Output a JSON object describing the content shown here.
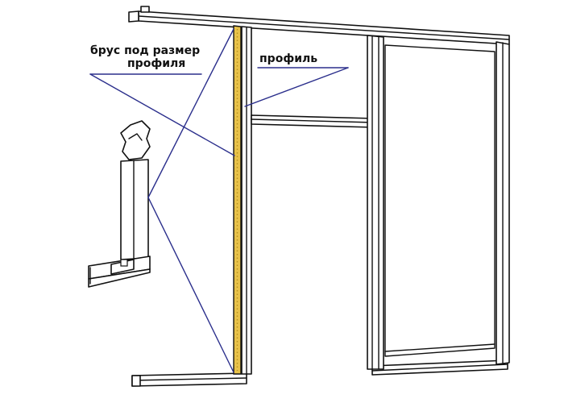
{
  "labels": {
    "timber": "брус под размер",
    "timber_line2": "профиля",
    "profile": "профиль"
  },
  "colors": {
    "leader": "#2b2f8c",
    "outline": "#111111",
    "wood": "#e8c24a",
    "background": "#ffffff"
  }
}
